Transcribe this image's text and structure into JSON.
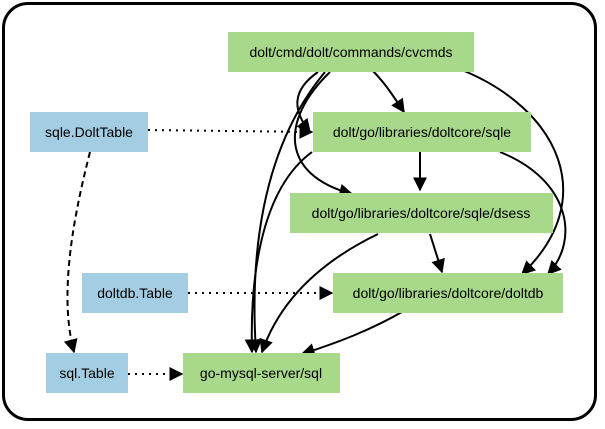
{
  "colors": {
    "package": "#a8d88a",
    "type": "#a3cde2",
    "edge": "#000000"
  },
  "nodes": [
    {
      "id": "cvcmds",
      "label": "dolt/cmd/dolt/commands/cvcmds",
      "kind": "package"
    },
    {
      "id": "sqle",
      "label": "dolt/go/libraries/doltcore/sqle",
      "kind": "package"
    },
    {
      "id": "dsess",
      "label": "dolt/go/libraries/doltcore/sqle/dsess",
      "kind": "package"
    },
    {
      "id": "doltdb",
      "label": "dolt/go/libraries/doltcore/doltdb",
      "kind": "package"
    },
    {
      "id": "gms",
      "label": "go-mysql-server/sql",
      "kind": "package"
    },
    {
      "id": "doltTable",
      "label": "sqle.DoltTable",
      "kind": "type"
    },
    {
      "id": "doltdbTable",
      "label": "doltdb.Table",
      "kind": "type"
    },
    {
      "id": "sqlTable",
      "label": "sql.Table",
      "kind": "type"
    }
  ],
  "edges": [
    {
      "from": "cvcmds",
      "to": "sqle",
      "style": "solid"
    },
    {
      "from": "cvcmds",
      "to": "dsess",
      "style": "solid"
    },
    {
      "from": "cvcmds",
      "to": "doltdb",
      "style": "solid"
    },
    {
      "from": "cvcmds",
      "to": "gms",
      "style": "solid"
    },
    {
      "from": "sqle",
      "to": "dsess",
      "style": "solid"
    },
    {
      "from": "sqle",
      "to": "doltdb",
      "style": "solid"
    },
    {
      "from": "sqle",
      "to": "gms",
      "style": "solid"
    },
    {
      "from": "dsess",
      "to": "doltdb",
      "style": "solid"
    },
    {
      "from": "dsess",
      "to": "gms",
      "style": "solid"
    },
    {
      "from": "doltdb",
      "to": "gms",
      "style": "solid"
    },
    {
      "from": "doltTable",
      "to": "sqle",
      "style": "dotted"
    },
    {
      "from": "doltTable",
      "to": "sqlTable",
      "style": "dashed"
    },
    {
      "from": "doltdbTable",
      "to": "doltdb",
      "style": "dotted"
    },
    {
      "from": "sqlTable",
      "to": "gms",
      "style": "dotted"
    }
  ]
}
